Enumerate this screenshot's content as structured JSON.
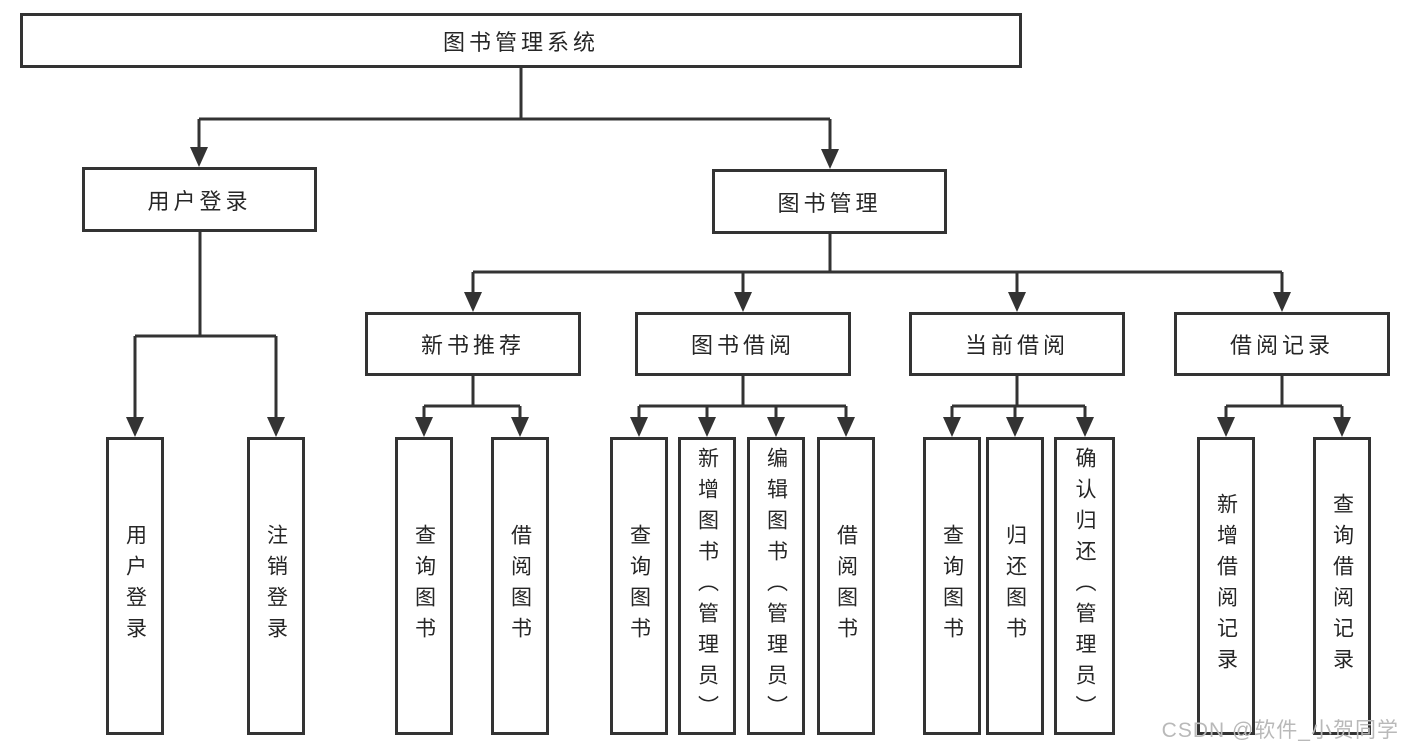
{
  "tree": {
    "root": "图书管理系统",
    "children": [
      {
        "label": "用户登录",
        "children": [
          {
            "label": "用户登录"
          },
          {
            "label": "注销登录"
          }
        ]
      },
      {
        "label": "图书管理",
        "children": [
          {
            "label": "新书推荐",
            "children": [
              {
                "label": "查询图书"
              },
              {
                "label": "借阅图书"
              }
            ]
          },
          {
            "label": "图书借阅",
            "children": [
              {
                "label": "查询图书"
              },
              {
                "label": "新增图书（管理员）"
              },
              {
                "label": "编辑图书（管理员）"
              },
              {
                "label": "借阅图书"
              }
            ]
          },
          {
            "label": "当前借阅",
            "children": [
              {
                "label": "查询图书"
              },
              {
                "label": "归还图书"
              },
              {
                "label": "确认归还（管理员）"
              }
            ]
          },
          {
            "label": "借阅记录",
            "children": [
              {
                "label": "新增借阅记录"
              },
              {
                "label": "查询借阅记录"
              }
            ]
          }
        ]
      }
    ]
  },
  "watermark": "CSDN @软件_小贺同学",
  "colors": {
    "line": "#333333",
    "node_border": "#333333",
    "node_fill": "#ffffff",
    "text": "#262626",
    "watermark": "#b9b9b9",
    "background": "#ffffff"
  }
}
